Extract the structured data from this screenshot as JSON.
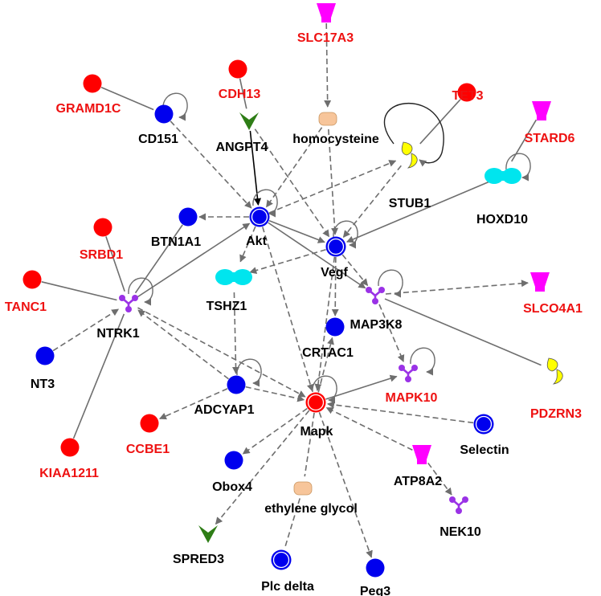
{
  "colors": {
    "focus": "#ff0000",
    "neighbor": "#0000ee",
    "transporter": "#ff00ff",
    "kinase": "#9a32e6",
    "enzyme": "#ffff00",
    "transcription_regulator": "#00e5ee",
    "chemical": "#f7c59a",
    "growth_factor": "#2e7d16",
    "edge": "#6e6e6e",
    "focus_label": "#ee1111",
    "label": "#000000"
  },
  "nodes": [
    {
      "id": "SLC17A3",
      "label": "SLC17A3",
      "shape": "cup-icon",
      "color": "transporter",
      "focus": true
    },
    {
      "id": "CDH13",
      "label": "CDH13",
      "shape": "circle-icon",
      "color": "focus",
      "focus": true
    },
    {
      "id": "GRAMD1C",
      "label": "GRAMD1C",
      "shape": "circle-icon",
      "color": "focus",
      "focus": true
    },
    {
      "id": "TET3",
      "label": "TET3",
      "shape": "circle-icon",
      "color": "focus",
      "focus": true
    },
    {
      "id": "STARD6",
      "label": "STARD6",
      "shape": "cup-icon",
      "color": "transporter",
      "focus": true
    },
    {
      "id": "homocysteine",
      "label": "homocysteine",
      "shape": "capsule-icon",
      "color": "chemical",
      "focus": false
    },
    {
      "id": "CD151",
      "label": "CD151",
      "shape": "circle-icon",
      "color": "neighbor",
      "focus": false
    },
    {
      "id": "ANGPT4",
      "label": "ANGPT4",
      "shape": "chevron-icon",
      "color": "growth_factor",
      "focus": false
    },
    {
      "id": "STUB1",
      "label": "STUB1",
      "shape": "enzyme-icon",
      "color": "enzyme",
      "focus": false
    },
    {
      "id": "HOXD10",
      "label": "HOXD10",
      "shape": "peanut-icon",
      "color": "transcription_regulator",
      "focus": false
    },
    {
      "id": "Akt",
      "label": "Akt",
      "shape": "double-circle-icon",
      "color": "neighbor",
      "focus": false
    },
    {
      "id": "BTN1A1",
      "label": "BTN1A1",
      "shape": "circle-icon",
      "color": "neighbor",
      "focus": false
    },
    {
      "id": "SRBD1",
      "label": "SRBD1",
      "shape": "circle-icon",
      "color": "focus",
      "focus": true
    },
    {
      "id": "Vegf",
      "label": "Vegf",
      "shape": "double-circle-icon",
      "color": "neighbor",
      "focus": false
    },
    {
      "id": "TANC1",
      "label": "TANC1",
      "shape": "circle-icon",
      "color": "focus",
      "focus": true
    },
    {
      "id": "SLCO4A1",
      "label": "SLCO4A1",
      "shape": "cup-icon",
      "color": "transporter",
      "focus": true
    },
    {
      "id": "MAP3K8",
      "label": "MAP3K8",
      "shape": "kinase-icon",
      "color": "kinase",
      "focus": false
    },
    {
      "id": "TSHZ1",
      "label": "TSHZ1",
      "shape": "peanut-icon",
      "color": "transcription_regulator",
      "focus": false
    },
    {
      "id": "NTRK1",
      "label": "NTRK1",
      "shape": "kinase-icon",
      "color": "kinase",
      "focus": false
    },
    {
      "id": "CRTAC1",
      "label": "CRTAC1",
      "shape": "circle-icon",
      "color": "neighbor",
      "focus": false
    },
    {
      "id": "NT3",
      "label": "NT3",
      "shape": "circle-icon",
      "color": "neighbor",
      "focus": false
    },
    {
      "id": "MAPK10",
      "label": "MAPK10",
      "shape": "kinase-icon",
      "color": "kinase",
      "focus": true
    },
    {
      "id": "PDZRN3",
      "label": "PDZRN3",
      "shape": "enzyme-icon",
      "color": "enzyme",
      "focus": true
    },
    {
      "id": "ADCYAP1",
      "label": "ADCYAP1",
      "shape": "circle-icon",
      "color": "neighbor",
      "focus": false
    },
    {
      "id": "Mapk",
      "label": "Mapk",
      "shape": "double-circle-icon",
      "color": "focus",
      "focus": false
    },
    {
      "id": "KIAA1211",
      "label": "KIAA1211",
      "shape": "circle-icon",
      "color": "focus",
      "focus": true
    },
    {
      "id": "CCBE1",
      "label": "CCBE1",
      "shape": "circle-icon",
      "color": "focus",
      "focus": true
    },
    {
      "id": "Selectin",
      "label": "Selectin",
      "shape": "double-circle-icon",
      "color": "neighbor",
      "focus": false
    },
    {
      "id": "Obox4",
      "label": "Obox4",
      "shape": "circle-icon",
      "color": "neighbor",
      "focus": false
    },
    {
      "id": "ATP8A2",
      "label": "ATP8A2",
      "shape": "cup-icon",
      "color": "transporter",
      "focus": false
    },
    {
      "id": "ethylene glycol",
      "label": "ethylene glycol",
      "shape": "capsule-icon",
      "color": "chemical",
      "focus": false
    },
    {
      "id": "NEK10",
      "label": "NEK10",
      "shape": "kinase-icon",
      "color": "kinase",
      "focus": false
    },
    {
      "id": "SPRED3",
      "label": "SPRED3",
      "shape": "chevron-icon",
      "color": "growth_factor",
      "focus": false
    },
    {
      "id": "Plc delta",
      "label": "Plc delta",
      "shape": "double-circle-icon",
      "color": "neighbor",
      "focus": false
    },
    {
      "id": "Peg3",
      "label": "Peg3",
      "shape": "circle-icon",
      "color": "neighbor",
      "focus": false
    }
  ],
  "edges": [
    {
      "from": "SLC17A3",
      "to": "homocysteine",
      "dashed": true,
      "arrow": true
    },
    {
      "from": "CDH13",
      "to": "ANGPT4",
      "dashed": false,
      "arrow": false
    },
    {
      "from": "GRAMD1C",
      "to": "CD151",
      "dashed": false,
      "arrow": false
    },
    {
      "from": "TET3",
      "to": "STUB1",
      "dashed": false,
      "arrow": false
    },
    {
      "from": "STARD6",
      "to": "HOXD10",
      "dashed": false,
      "arrow": false
    },
    {
      "from": "ANGPT4",
      "to": "Akt",
      "dashed": false,
      "arrow": true,
      "black": true
    },
    {
      "from": "CD151",
      "to": "Akt",
      "dashed": true,
      "arrow": true
    },
    {
      "from": "homocysteine",
      "to": "Akt",
      "dashed": true,
      "arrow": true
    },
    {
      "from": "homocysteine",
      "to": "Vegf",
      "dashed": true,
      "arrow": true
    },
    {
      "from": "Akt",
      "to": "STUB1",
      "dashed": true,
      "arrow": true
    },
    {
      "from": "STUB1",
      "to": "Vegf",
      "dashed": true,
      "arrow": true
    },
    {
      "from": "HOXD10",
      "to": "Vegf",
      "dashed": false,
      "arrow": true
    },
    {
      "from": "Akt",
      "to": "BTN1A1",
      "dashed": true,
      "arrow": true
    },
    {
      "from": "Akt",
      "to": "Vegf",
      "dashed": false,
      "arrow": true
    },
    {
      "from": "ANGPT4",
      "to": "Vegf",
      "dashed": true,
      "arrow": true
    },
    {
      "from": "Akt",
      "to": "MAP3K8",
      "dashed": false,
      "arrow": true
    },
    {
      "from": "NTRK1",
      "to": "Akt",
      "dashed": false,
      "arrow": true
    },
    {
      "from": "BTN1A1",
      "to": "NTRK1",
      "dashed": false,
      "arrow": false
    },
    {
      "from": "SRBD1",
      "to": "NTRK1",
      "dashed": false,
      "arrow": false
    },
    {
      "from": "TANC1",
      "to": "NTRK1",
      "dashed": false,
      "arrow": false
    },
    {
      "from": "NT3",
      "to": "NTRK1",
      "dashed": true,
      "arrow": true
    },
    {
      "from": "KIAA1211",
      "to": "NTRK1",
      "dashed": false,
      "arrow": false
    },
    {
      "from": "Akt",
      "to": "TSHZ1",
      "dashed": true,
      "arrow": true
    },
    {
      "from": "Akt",
      "to": "Mapk",
      "dashed": true,
      "arrow": true
    },
    {
      "from": "Vegf",
      "to": "TSHZ1",
      "dashed": true,
      "arrow": true
    },
    {
      "from": "Vegf",
      "to": "CRTAC1",
      "dashed": true,
      "arrow": true
    },
    {
      "from": "Vegf",
      "to": "Mapk",
      "dashed": true,
      "arrow": true
    },
    {
      "from": "Vegf",
      "to": "MAP3K8",
      "dashed": true,
      "arrow": true
    },
    {
      "from": "MAP3K8",
      "to": "SLCO4A1",
      "dashed": true,
      "arrow": true
    },
    {
      "from": "MAP3K8",
      "to": "MAPK10",
      "dashed": true,
      "arrow": true
    },
    {
      "from": "MAP3K8",
      "to": "PDZRN3",
      "dashed": false,
      "arrow": false
    },
    {
      "from": "TSHZ1",
      "to": "ADCYAP1",
      "dashed": true,
      "arrow": true
    },
    {
      "from": "ADCYAP1",
      "to": "NTRK1",
      "dashed": true,
      "arrow": true
    },
    {
      "from": "NTRK1",
      "to": "Mapk",
      "dashed": true,
      "arrow": true
    },
    {
      "from": "ADCYAP1",
      "to": "Mapk",
      "dashed": true,
      "arrow": true
    },
    {
      "from": "ADCYAP1",
      "to": "CCBE1",
      "dashed": true,
      "arrow": true
    },
    {
      "from": "Mapk",
      "to": "CRTAC1",
      "dashed": true,
      "arrow": true
    },
    {
      "from": "Mapk",
      "to": "MAPK10",
      "dashed": false,
      "arrow": true
    },
    {
      "from": "Selectin",
      "to": "Mapk",
      "dashed": true,
      "arrow": true
    },
    {
      "from": "ATP8A2",
      "to": "Mapk",
      "dashed": true,
      "arrow": true
    },
    {
      "from": "ATP8A2",
      "to": "NEK10",
      "dashed": true,
      "arrow": true
    },
    {
      "from": "Mapk",
      "to": "Obox4",
      "dashed": true,
      "arrow": true
    },
    {
      "from": "Mapk",
      "to": "SPRED3",
      "dashed": true,
      "arrow": true
    },
    {
      "from": "Mapk",
      "to": "ethylene glycol",
      "dashed": true,
      "arrow": false
    },
    {
      "from": "ethylene glycol",
      "to": "Plc delta",
      "dashed": true,
      "arrow": false
    },
    {
      "from": "Mapk",
      "to": "Peg3",
      "dashed": true,
      "arrow": true
    }
  ],
  "self_loops": [
    "CD151",
    "Akt",
    "Vegf",
    "HOXD10",
    "MAP3K8",
    "NTRK1",
    "ADCYAP1",
    "Mapk",
    "MAPK10",
    "STUB1"
  ]
}
